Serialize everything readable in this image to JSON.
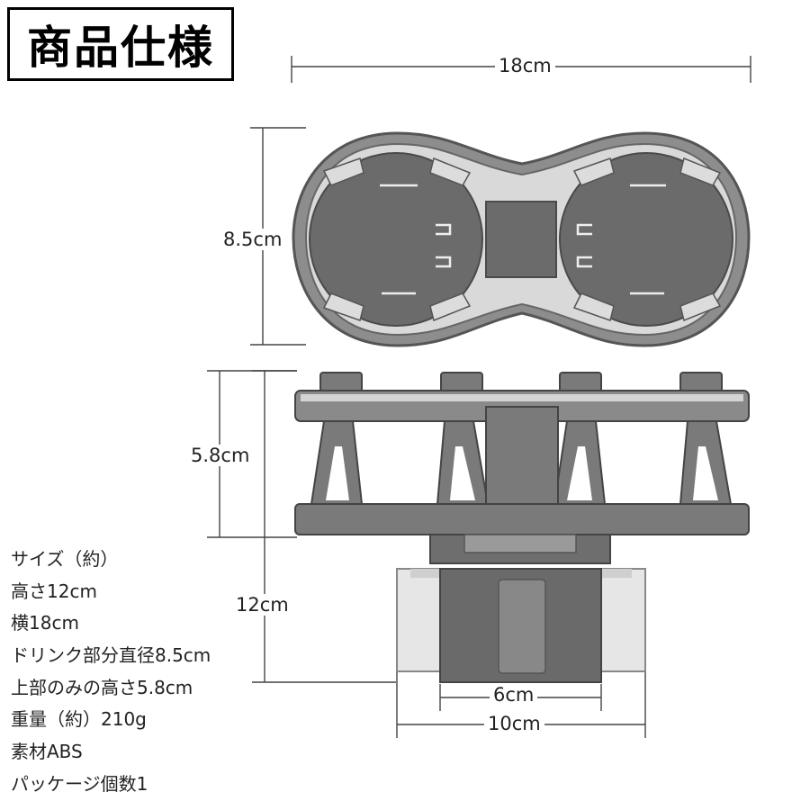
{
  "title": "商品仕様",
  "dimensions": {
    "width_top": "18cm",
    "depth_top": "8.5cm",
    "height_upper": "5.8cm",
    "height_total": "12cm",
    "base_inner": "6cm",
    "base_outer": "10cm"
  },
  "specs": [
    "サイズ（約）",
    "高さ12cm",
    "横18cm",
    "ドリンク部分直径8.5cm",
    "上部のみの高さ5.8cm",
    "重量（約）210g",
    "素材ABS",
    "パッケージ個数1"
  ],
  "colors": {
    "product": "#6e6e6e",
    "product_dark": "#555555",
    "product_light": "#cfcfcf",
    "line": "#444444"
  }
}
